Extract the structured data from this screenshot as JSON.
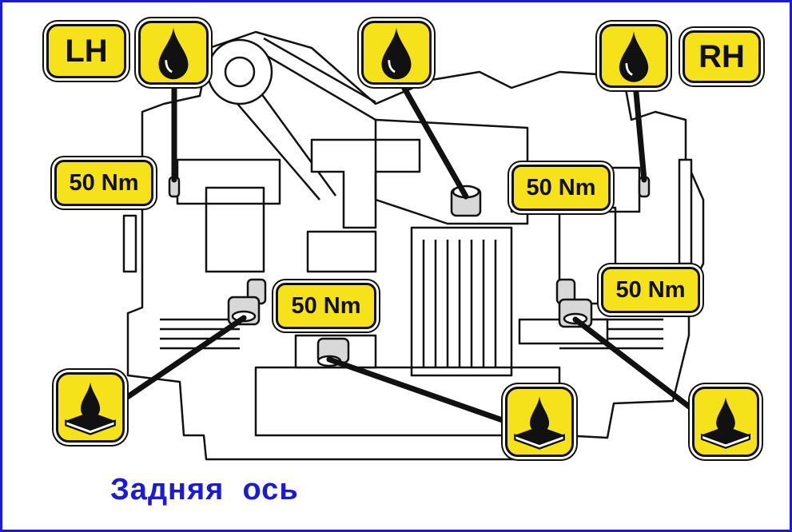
{
  "labels": {
    "left_side": "LH",
    "right_side": "RH"
  },
  "torque": {
    "left_upper": "50 Nm",
    "right_upper": "50 Nm",
    "right_lower": "50 Nm",
    "center_lower": "50 Nm"
  },
  "caption": "Задняя  ось",
  "icons": {
    "fill_plug": "oil-drop-icon",
    "drain_plug": "oil-drain-pan-icon"
  },
  "colors": {
    "label_fill": "#f6e21a",
    "caption": "#1a1ad8",
    "frame": "#1a1ad8"
  }
}
